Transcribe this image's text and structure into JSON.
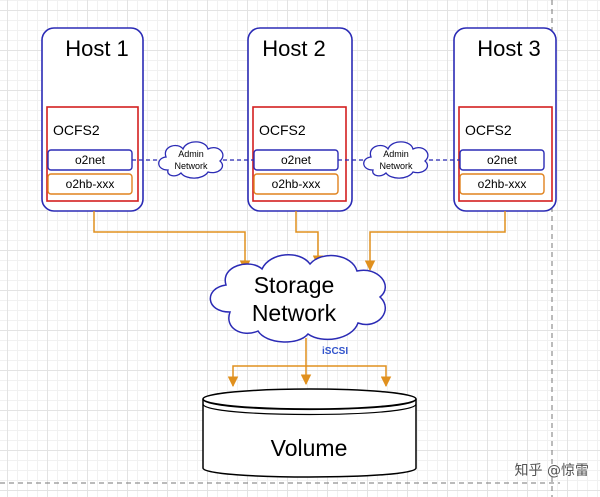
{
  "hosts": [
    {
      "title": "Host 1",
      "fs": "OCFS2",
      "net": "o2net",
      "hb": "o2hb-xxx"
    },
    {
      "title": "Host 2",
      "fs": "OCFS2",
      "net": "o2net",
      "hb": "o2hb-xxx"
    },
    {
      "title": "Host 3",
      "fs": "OCFS2",
      "net": "o2net",
      "hb": "o2hb-xxx"
    }
  ],
  "admin_network": {
    "line1": "Admin",
    "line2": "Network"
  },
  "storage_network": {
    "line1": "Storage",
    "line2": "Network"
  },
  "protocol": "iSCSI",
  "volume": "Volume",
  "watermark": "知乎 @惊雷",
  "colors": {
    "host_border": "#2b2bb5",
    "ocfs_border": "#d42020",
    "o2net_border": "#2b2bb5",
    "o2hb_border": "#e0821e",
    "arrow": "#e0901e",
    "dashed_link": "#2b2bb5"
  }
}
